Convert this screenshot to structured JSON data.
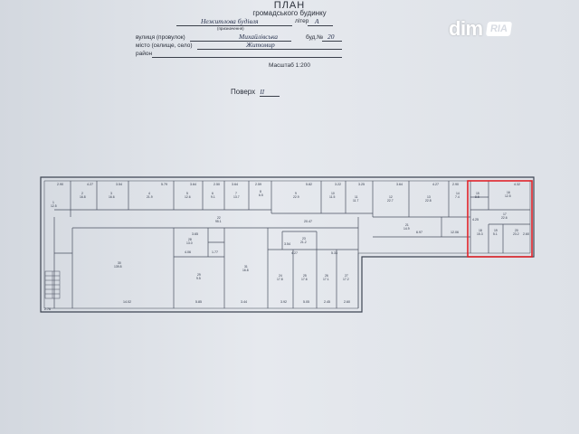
{
  "header": {
    "title": "ПЛАН",
    "subtitle": "громадського будинку",
    "building_name_value": "Нежитлова будівля",
    "liter_label": "літер",
    "liter_value": "А",
    "purpose_note": "(призначення)",
    "street_label": "вулиця (провулок)",
    "street_value": "Михайлівська",
    "house_label": "буд.№",
    "house_value": "20",
    "city_label": "місто (селище, село)",
    "city_value": "Житомир",
    "district_label": "район",
    "scale_text": "Масштаб 1:200",
    "floor_label": "Поверх",
    "floor_value": "ІІ"
  },
  "watermark": {
    "dim": "dim",
    "ria": "RIA"
  },
  "plan": {
    "top_dims": [
      "2.90",
      "4.27",
      "3.54",
      "5.79",
      "3.64",
      "2.50",
      "3.64",
      "2.59",
      "5.82",
      "3.22",
      "3.25",
      "3.64",
      "4.27",
      "2.90",
      "4.32"
    ],
    "room_labels": [
      {
        "id": "r1",
        "num": "1",
        "area": "12.5"
      },
      {
        "id": "r2",
        "num": "2",
        "area": "16.8"
      },
      {
        "id": "r3",
        "num": "3",
        "area": "16.6"
      },
      {
        "id": "r4",
        "num": "4",
        "area": "21.9"
      },
      {
        "id": "r5",
        "num": "5",
        "area": "12.6"
      },
      {
        "id": "r6",
        "num": "6",
        "area": "9.1"
      },
      {
        "id": "r7",
        "num": "7",
        "area": "13.7"
      },
      {
        "id": "r8",
        "num": "8",
        "area": "6.5"
      },
      {
        "id": "r9",
        "num": "9",
        "area": "22.9"
      },
      {
        "id": "r10",
        "num": "10",
        "area": "11.5"
      },
      {
        "id": "r11",
        "num": "11",
        "area": "11.7"
      },
      {
        "id": "r12",
        "num": "12",
        "area": "22.7"
      },
      {
        "id": "r13",
        "num": "13",
        "area": "22.8"
      },
      {
        "id": "r14",
        "num": "14",
        "area": "7.4"
      },
      {
        "id": "r15",
        "num": "15",
        "area": "8.5"
      },
      {
        "id": "r16",
        "num": "16",
        "area": "12.5"
      },
      {
        "id": "r17",
        "num": "17",
        "area": "22.6"
      },
      {
        "id": "r18",
        "num": "18",
        "area": "15.3"
      },
      {
        "id": "r19",
        "num": "19",
        "area": "5.1"
      },
      {
        "id": "r20",
        "num": "20",
        "area": "23.2"
      },
      {
        "id": "r21",
        "num": "21",
        "area": "14.9"
      },
      {
        "id": "r22",
        "num": "22",
        "area": "95.1"
      },
      {
        "id": "r23",
        "num": "23",
        "area": "21.2"
      },
      {
        "id": "r24",
        "num": "24",
        "area": "17.8"
      },
      {
        "id": "r25",
        "num": "25",
        "area": "17.6"
      },
      {
        "id": "r26",
        "num": "26",
        "area": "17.1"
      },
      {
        "id": "r27",
        "num": "27",
        "area": "17.2"
      },
      {
        "id": "r28",
        "num": "28",
        "area": "13.0"
      },
      {
        "id": "r29",
        "num": "29",
        "area": "9.5"
      },
      {
        "id": "r30",
        "num": "30",
        "area": "139.8"
      },
      {
        "id": "r31",
        "num": "31",
        "area": "16.8"
      }
    ],
    "inner_dims": [
      "20.47",
      "4.27",
      "5.33",
      "4.06",
      "3.65",
      "14.02",
      "5.85",
      "3.44",
      "3.92",
      "5.05",
      "2.45",
      "2.60",
      "12.06",
      "4.25",
      "2.60",
      "1.77",
      "2.76",
      "6.97",
      "3.54"
    ],
    "highlight_color": "#e0232a"
  }
}
